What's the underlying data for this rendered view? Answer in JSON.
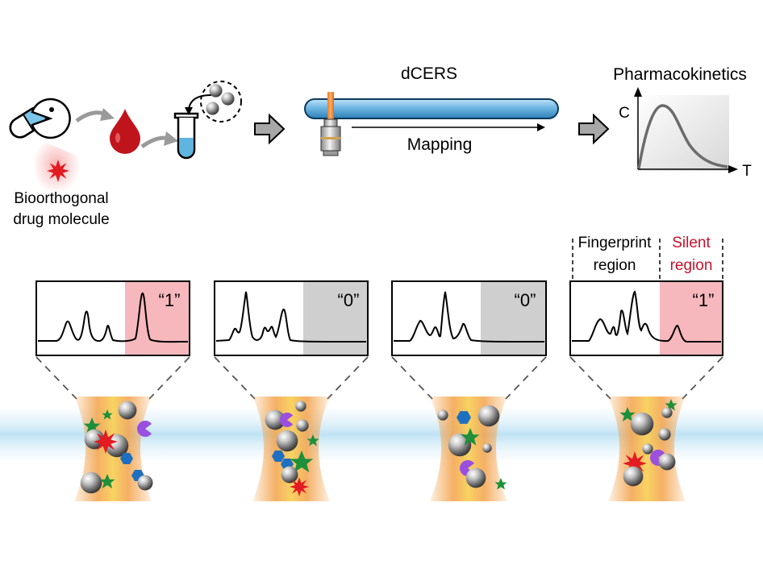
{
  "top": {
    "drug_label_line1": "Bioorthogonal",
    "drug_label_line2": "drug molecule",
    "dcers_title": "dCERS",
    "mapping_label": "Mapping",
    "pk_title": "Pharmacokinetics",
    "pk_axis_y": "C",
    "pk_axis_x": "T"
  },
  "bottom": {
    "fingerprint_line1": "Fingerprint",
    "fingerprint_line2": "region",
    "silent_line1": "Silent",
    "silent_line2": "region",
    "codes": [
      "“1”",
      "“0”",
      "“0”",
      "“1”"
    ]
  },
  "colors": {
    "silent_positive": "#f7b8bd",
    "silent_negative": "#cfcfcf",
    "blood": "#c0141c",
    "tube_liquid": "#5fb4e0",
    "channel": "#cfe9f6",
    "hotspot": "#f3a24a",
    "star_green": "#1e8f3a",
    "hex_blue": "#1f6fc0",
    "pacman_purple": "#9a4fe0",
    "star_red": "#e31b23",
    "silent_label": "#c8102e"
  }
}
